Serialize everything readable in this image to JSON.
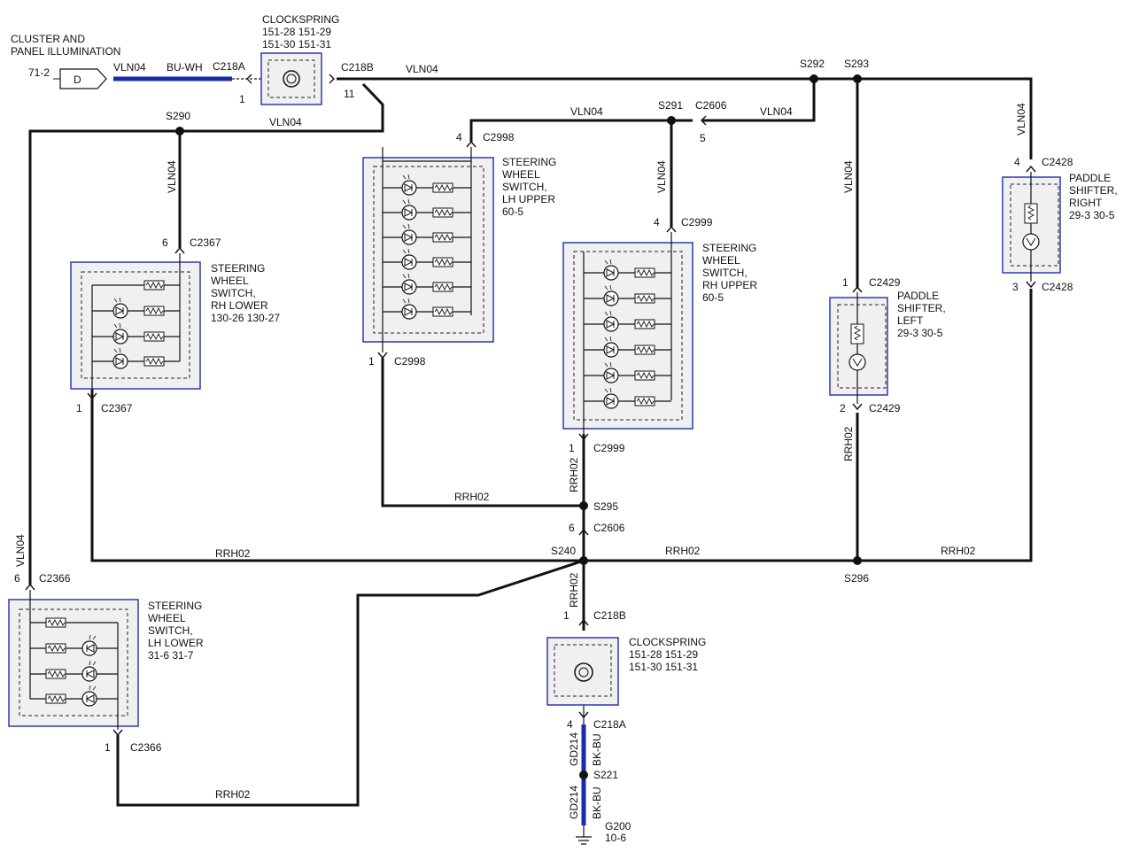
{
  "inputs": {
    "source_title_line1": "CLUSTER AND",
    "source_title_line2": "PANEL ILLUMINATION",
    "source_ref": "71-2",
    "source_tag": "D"
  },
  "wires": {
    "vln04": "VLN04",
    "rrh02": "RRH02",
    "bu_wh": "BU-WH",
    "gd214": "GD214",
    "bk_bu": "BK-BU"
  },
  "splices": {
    "s290": "S290",
    "s291": "S291",
    "s292": "S292",
    "s293": "S293",
    "s295": "S295",
    "s240": "S240",
    "s296": "S296",
    "s221": "S221"
  },
  "connectors": {
    "c218a": "C218A",
    "c218b": "C218B",
    "c2606": "C2606",
    "c2998": "C2998",
    "c2999": "C2999",
    "c2367": "C2367",
    "c2366": "C2366",
    "c2429": "C2429",
    "c2428": "C2428"
  },
  "pins": {
    "p1": "1",
    "p2": "2",
    "p3": "3",
    "p4": "4",
    "p5": "5",
    "p6": "6",
    "p11": "11"
  },
  "clockspring_top": {
    "title": "CLOCKSPRING",
    "refs1": "151-28  151-29",
    "refs2": "151-30  151-31"
  },
  "clockspring_bottom": {
    "title": "CLOCKSPRING",
    "refs1": "151-28  151-29",
    "refs2": "151-30  151-31"
  },
  "sw_lh_upper": {
    "l1": "STEERING",
    "l2": "WHEEL",
    "l3": "SWITCH,",
    "l4": "LH UPPER",
    "ref": "60-5"
  },
  "sw_rh_upper": {
    "l1": "STEERING",
    "l2": "WHEEL",
    "l3": "SWITCH,",
    "l4": "RH UPPER",
    "ref": "60-5"
  },
  "sw_rh_lower": {
    "l1": "STEERING",
    "l2": "WHEEL",
    "l3": "SWITCH,",
    "l4": "RH LOWER",
    "ref": "130-26  130-27"
  },
  "sw_lh_lower": {
    "l1": "STEERING",
    "l2": "WHEEL",
    "l3": "SWITCH,",
    "l4": "LH LOWER",
    "ref": "31-6    31-7"
  },
  "paddle_left": {
    "l1": "PADDLE",
    "l2": "SHIFTER,",
    "l3": "LEFT",
    "ref": "29-3    30-5"
  },
  "paddle_right": {
    "l1": "PADDLE",
    "l2": "SHIFTER,",
    "l3": "RIGHT",
    "ref": "29-3    30-5"
  },
  "ground": {
    "name": "G200",
    "ref": "10-6"
  },
  "colors": {
    "box_border": "#2b3bb0",
    "box_fill": "#f0f0f0",
    "blue_wire": "#1a2aa8"
  }
}
